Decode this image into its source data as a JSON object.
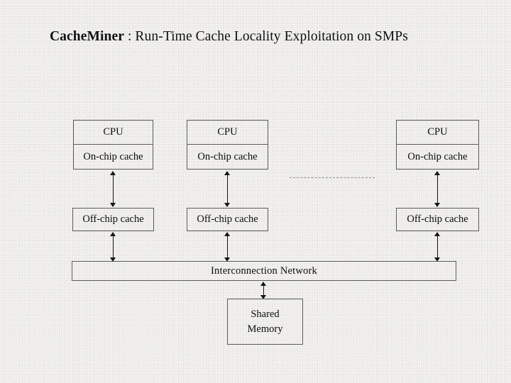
{
  "slide": {
    "title": {
      "emphasis": "CacheMiner",
      "rest": " : Run-Time Cache Locality Exploitation on SMPs"
    },
    "background_color": "#eeedeb",
    "line_color": "#5a5a58",
    "text_color": "#0d0d0d"
  },
  "diagram": {
    "processors": [
      {
        "cpu_label": "CPU",
        "onchip_label": "On-chip cache",
        "offchip_label": "Off-chip cache"
      },
      {
        "cpu_label": "CPU",
        "onchip_label": "On-chip cache",
        "offchip_label": "Off-chip cache"
      },
      {
        "cpu_label": "CPU",
        "onchip_label": "On-chip cache",
        "offchip_label": "Off-chip cache"
      }
    ],
    "continuation_marker": "dashed-line",
    "interconnect_label": "Interconnection Network",
    "memory": {
      "line1": "Shared",
      "line2": "Memory"
    }
  }
}
